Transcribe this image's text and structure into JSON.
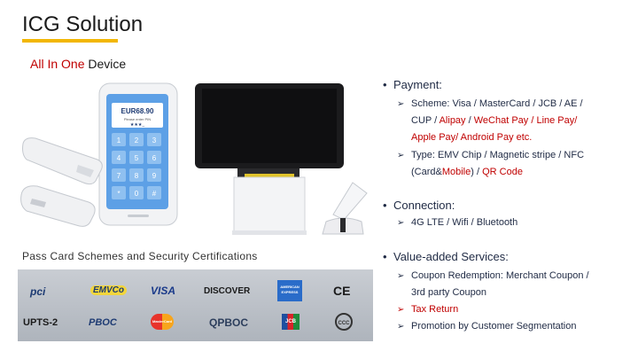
{
  "header": {
    "title": "ICG Solution",
    "subtitle_red": "All In One",
    "subtitle_dark": "Device"
  },
  "pos": {
    "amount": "EUR68.90",
    "pin_label": "Please enter PIN",
    "pin_mask": "★★★_",
    "keys": [
      "1",
      "2",
      "3",
      "4",
      "5",
      "6",
      "7",
      "8",
      "9",
      "*",
      "0",
      "#"
    ]
  },
  "certs": {
    "label": "Pass Card Schemes and Security Certifications",
    "logos": [
      "pci",
      "EMVCo",
      "VISA",
      "DISCOVER",
      "AMERICAN EXPRESS",
      "CE",
      "UPTS-2",
      "PBOC",
      "MasterCard",
      "QPBOC",
      "JCB",
      "CCC"
    ]
  },
  "features": {
    "payment": {
      "title": "Payment:",
      "scheme_line1": "Scheme: Visa / MasterCard / JCB / AE /",
      "scheme_line2_a": "CUP / ",
      "scheme_line2_alipay": "Alipay",
      "scheme_line2_b": " / ",
      "scheme_line2_c": "WeChat Pay / Line Pay/",
      "scheme_line3": "Apple Pay/ Android Pay etc.",
      "type_line1": "Type: EMV Chip / Magnetic stripe / NFC",
      "type_line2_a": "(Card&",
      "type_line2_mobile": "Mobile",
      "type_line2_b": ") / ",
      "type_line2_qr": "QR Code"
    },
    "connection": {
      "title": "Connection:",
      "item": "4G LTE / Wifi / Bluetooth"
    },
    "vas": {
      "title": "Value-added Services:",
      "coupon_line1": "Coupon Redemption: Merchant Coupon /",
      "coupon_line2": "3rd party Coupon",
      "tax": "Tax Return",
      "promo": "Promotion by Customer Segmentation"
    }
  },
  "colors": {
    "accent": "#f2b705",
    "highlight": "#c00000",
    "text": "#1f2a44"
  }
}
